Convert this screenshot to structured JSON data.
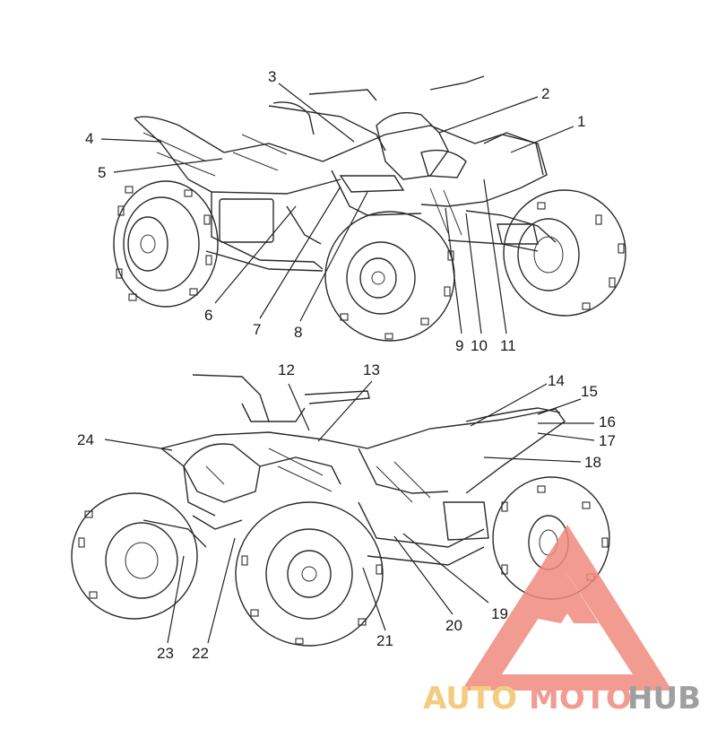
{
  "callouts": {
    "1": "1",
    "2": "2",
    "3": "3",
    "4": "4",
    "5": "5",
    "6": "6",
    "7": "7",
    "8": "8",
    "9": "9",
    "10": "10",
    "11": "11",
    "12": "12",
    "13": "13",
    "14": "14",
    "15": "15",
    "16": "16",
    "17": "17",
    "18": "18",
    "19": "19",
    "20": "20",
    "21": "21",
    "22": "22",
    "23": "23",
    "24": "24"
  },
  "watermark": {
    "part1": "AUTO",
    "part2": "MOTO",
    "part3": "HUB",
    "colors": {
      "auto": "#f3c46a",
      "moto": "#f08a7d",
      "hub": "#8f8f8f"
    },
    "icon": "triangle-logo-icon"
  }
}
